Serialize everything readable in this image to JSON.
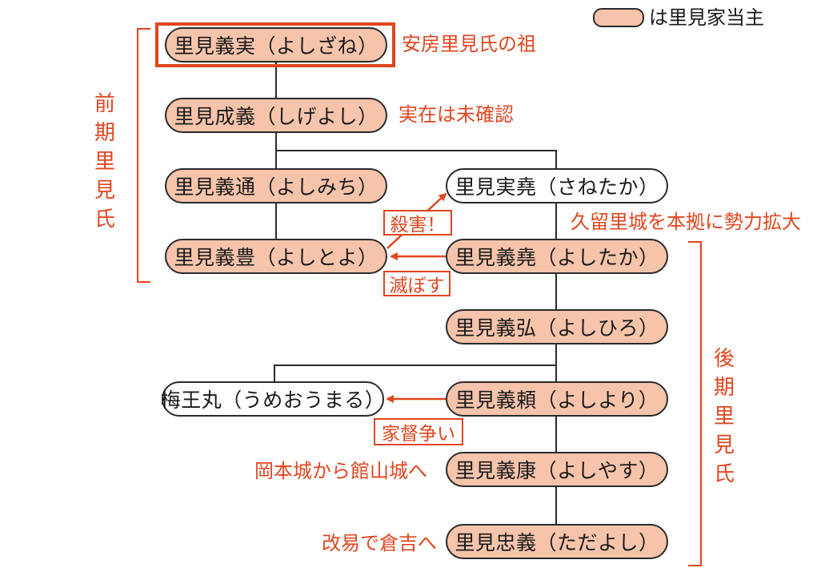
{
  "legend": {
    "label": "は里見家当主",
    "head_color": "#f6c4ab"
  },
  "colors": {
    "accent": "#e0461f",
    "line": "#2a2a2a",
    "head_fill": "#f6c4ab"
  },
  "periods": {
    "early": "前期里見氏",
    "late": "後期里見氏"
  },
  "nodes": {
    "yoshizane": "里見義実（よしざね）",
    "shigeyoshi": "里見成義（しげよし）",
    "yoshimichi": "里見義通（よしみち）",
    "yoshitoyo": "里見義豊（よしとよ）",
    "sanetaka": "里見実堯（さねたか）",
    "yoshitaka": "里見義堯（よしたか）",
    "yoshihiro": "里見義弘（よしひろ）",
    "umeomaru": "梅王丸（うめおうまる）",
    "yoshiyori": "里見義頼（よしより）",
    "yoshiyasu": "里見義康（よしやす）",
    "tadayoshi": "里見忠義（ただよし）"
  },
  "notes": {
    "founder": "安房里見氏の祖",
    "unconfirmed": "実在は未確認",
    "kurume": "久留里城を本拠に勢力拡大",
    "okamoto": "岡本城から館山城へ",
    "kaieki": "改易で倉吉へ"
  },
  "events": {
    "murder": "殺害！",
    "destroy": "滅ぼす",
    "succession": "家督争い"
  }
}
